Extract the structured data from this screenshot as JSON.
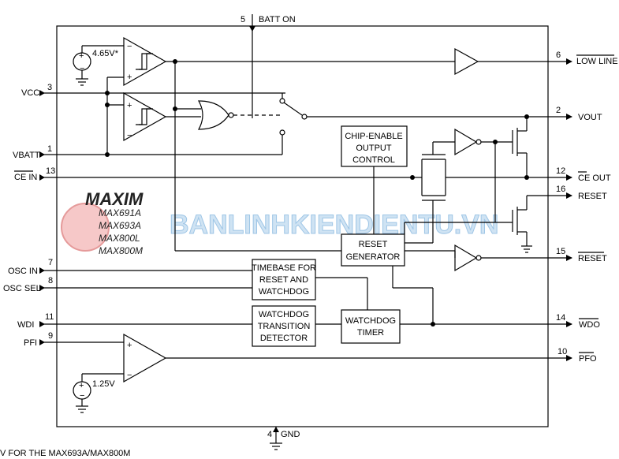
{
  "pins": {
    "batt_on": {
      "num": "5",
      "name": "BATT ON"
    },
    "vcc": {
      "num": "3",
      "name": "VCC"
    },
    "vbatt": {
      "num": "1",
      "name": "VBATT"
    },
    "ce_in": {
      "num": "13",
      "name": "CE IN"
    },
    "osc_in": {
      "num": "7",
      "name": "OSC IN"
    },
    "osc_sel": {
      "num": "8",
      "name": "OSC SEL"
    },
    "wdi": {
      "num": "11",
      "name": "WDI"
    },
    "pfi": {
      "num": "9",
      "name": "PFI"
    },
    "gnd": {
      "num": "4",
      "name": "GND"
    },
    "low_line": {
      "num": "6",
      "name": "LOW LINE"
    },
    "vout": {
      "num": "2",
      "name": "VOUT"
    },
    "ce_out": {
      "num": "12",
      "name": "CE OUT"
    },
    "reset": {
      "num": "16",
      "name": "RESET"
    },
    "reset_bar": {
      "num": "15",
      "name": "RESET"
    },
    "wdo": {
      "num": "14",
      "name": "WDO"
    },
    "pfo": {
      "num": "10",
      "name": "PFO"
    }
  },
  "blocks": {
    "chip_enable": [
      "CHIP-ENABLE",
      "OUTPUT",
      "CONTROL"
    ],
    "reset_gen": [
      "RESET",
      "GENERATOR"
    ],
    "timebase": [
      "TIMEBASE FOR",
      "RESET AND",
      "WATCHDOG"
    ],
    "wd_transition": [
      "WATCHDOG",
      "TRANSITION",
      "DETECTOR"
    ],
    "wd_timer": [
      "WATCHDOG",
      "TIMER"
    ]
  },
  "refs": {
    "ref1": "4.65V*",
    "ref2": "1.25V"
  },
  "logo": "MAXIM",
  "parts": [
    "MAX691A",
    "MAX693A",
    "MAX800L",
    "MAX800M"
  ],
  "watermark": "BANLINHKIENDIENTU.VN",
  "footnote": "V FOR THE MAX693A/MAX800M"
}
